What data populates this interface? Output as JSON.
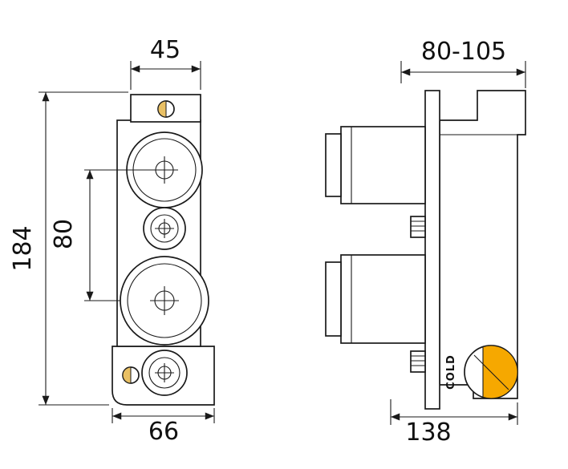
{
  "drawing": {
    "front_view": {
      "dim_top_width": "45",
      "dim_overall_height": "184",
      "dim_port_spacing": "80",
      "dim_bottom_width": "66"
    },
    "side_view": {
      "dim_depth_range": "80-105",
      "dim_overall_depth": "138",
      "cold_label": "COLD"
    },
    "colors": {
      "line": "#1a1a1a",
      "screw_accent": "#e9c064",
      "cold_port_accent": "#f6a800",
      "background": "#ffffff"
    }
  }
}
